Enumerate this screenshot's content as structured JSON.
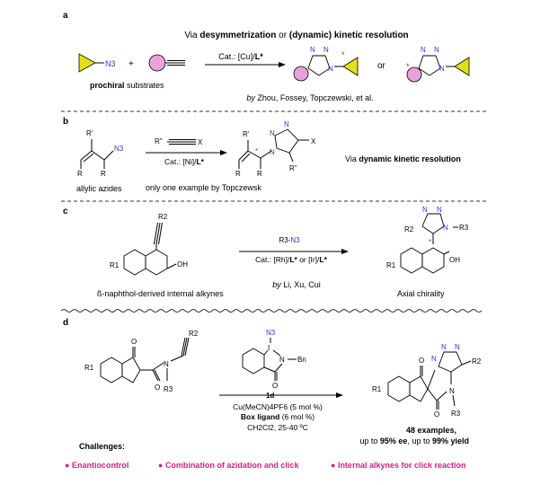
{
  "colors": {
    "azide_blue": "#1f3cd1",
    "stereo_red": "#e0202a",
    "challenge_magenta": "#d6208a",
    "cyclopropyl_yellow": "#e3e21a",
    "alkyne_pink": "#e8a3d8"
  },
  "panel_a": {
    "label": "a",
    "title": {
      "pre": "Via ",
      "b1": "desymmetrization",
      "mid": " or ",
      "b2": "(dynamic) kinetic resolution",
      "post": ""
    },
    "azide_label": "N3",
    "plus": "+",
    "prochiral_bold": "prochiral",
    "prochiral_rest": " substrates",
    "catalyst_pre": "Cat.: [Cu]/",
    "catalyst_bold": "L*",
    "n_label": "N",
    "stereo_mark": "*",
    "or": "or",
    "by": "by",
    "authors": " Zhou, Fossey, Topczewski, et al."
  },
  "panel_b": {
    "label": "b",
    "r_prime": "R'",
    "r": "R",
    "r_dprime": "R''",
    "x_label": "X",
    "azide": "N3",
    "n": "N",
    "stereo_mark": "*",
    "substrate_label": "allylic azides",
    "catalyst_pre": "Cat.: [Ni]/",
    "catalyst_bold": "L*",
    "note": "only one example by Topczewsk",
    "mode_pre": "Via ",
    "mode_bold": "dynamic kinetic resolution"
  },
  "panel_c": {
    "label": "c",
    "r1": "R1",
    "r2": "R2",
    "r3": "R3",
    "oh": "OH",
    "n": "N",
    "stereo_mark": "*",
    "substrate_label": "ß-naphthol-derived internal alkynes",
    "reagent_r": "R3-",
    "reagent_n3": "N3",
    "cat_1": "Cat.: [Rh]/",
    "cat_l": "L*",
    "cat_2": " or [Ir]/",
    "by": "by",
    "authors": " Li, Xu, Cui",
    "product_label": "Axial chirality"
  },
  "panel_d": {
    "label": "d",
    "o": "O",
    "n": "N",
    "n_short": "N",
    "r1": "R1",
    "r2": "R2",
    "r3": "R3",
    "reagent_n3": "N3",
    "i_atom": "I",
    "bn": "Bn",
    "reagent_id": "1d",
    "cond_1": "Cu(MeCN)4PF6 (5 mol %)",
    "cond_2_bold": "Box ligand",
    "cond_2_rest": " (6 mol %)",
    "cond_3": "CH2Cl2, 25-40 ºC",
    "examples": "48 examples,",
    "sum_1": "up to ",
    "sum_ee": "95% ee",
    "sum_2": ", up to ",
    "sum_yield": "99% yield",
    "challenges_title": "Challenges:",
    "bullet": "● ",
    "challenges": [
      "Enantiocontrol",
      "Combination of azidation and click",
      "Internal alkynes for click reaction"
    ]
  }
}
